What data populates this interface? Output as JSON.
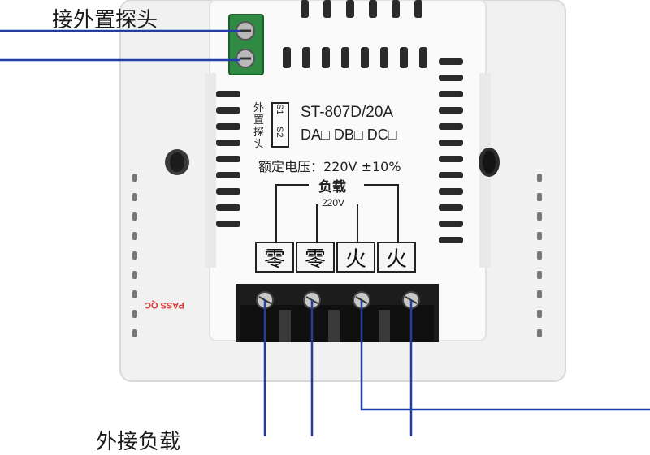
{
  "labels": {
    "external_probe": "接外置探头",
    "load_label": "外接负载"
  },
  "device": {
    "model": "ST-807D/20A",
    "variants": "DA□  DB□  DC□",
    "voltage": "额定电压：220V  ±10%",
    "load_header": "负载",
    "voltage_tag": "220V",
    "probe_vertical": [
      "外",
      "置",
      "探",
      "头"
    ],
    "probe_terminals": [
      "S1",
      "S2"
    ],
    "terminals": [
      "零",
      "零",
      "火",
      "火"
    ],
    "stamp": "PASS QC"
  },
  "colors": {
    "wire": "#1f3fa6",
    "housing": "#f3f3f3",
    "terminal_block_green": "#2f8a43",
    "stamp": "#e23b3b"
  }
}
